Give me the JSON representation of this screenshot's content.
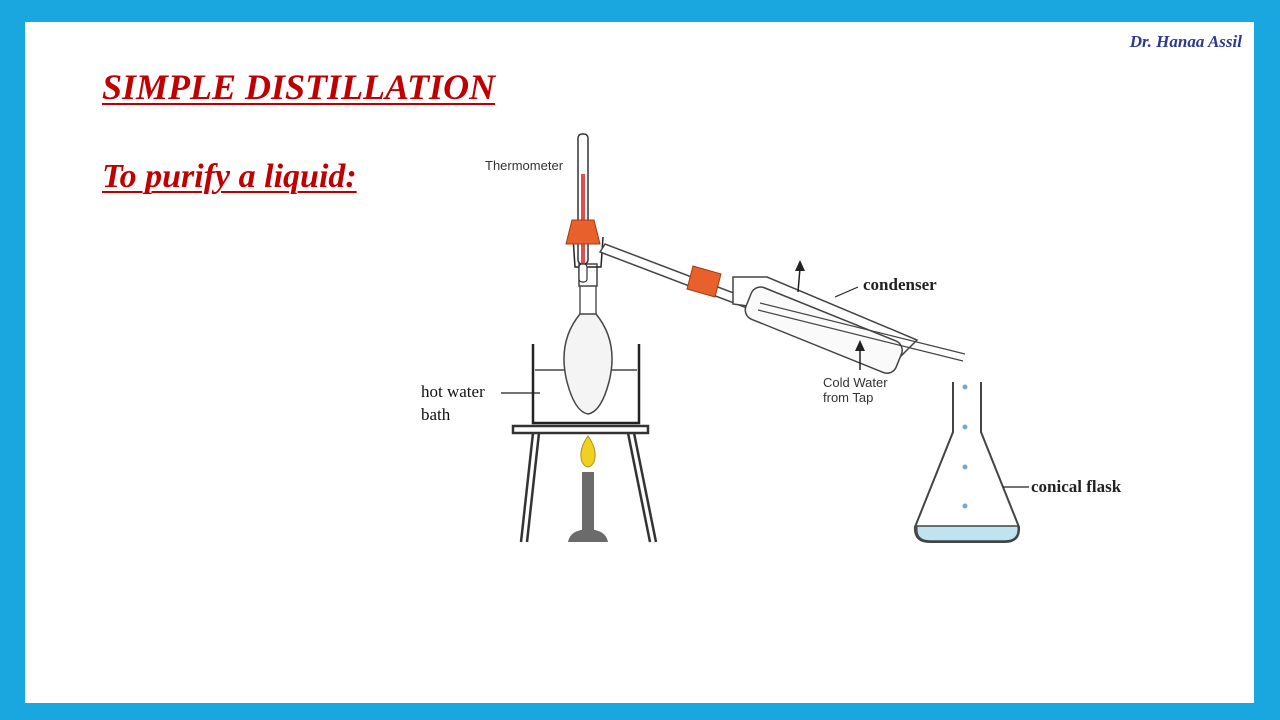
{
  "slide": {
    "author": "Dr. Hanaa Assil",
    "title": "SIMPLE DISTILLATION",
    "subtitle": "To purify a liquid:"
  },
  "diagram": {
    "labels": {
      "thermometer": "Thermometer",
      "condenser": "condenser",
      "cold_water_line1": "Cold Water",
      "cold_water_line2": "from Tap",
      "hot_water_line1": "hot water",
      "hot_water_line2": "bath",
      "conical_flask": "conical flask"
    },
    "colors": {
      "frame": "#1aa7e0",
      "title": "#c00000",
      "author": "#2b3a8f",
      "stopper": "#e8612c",
      "mercury": "#e05050",
      "flame": "#f0d020",
      "distillate": "#bfe3f0",
      "burner": "#6b6b6b"
    }
  }
}
